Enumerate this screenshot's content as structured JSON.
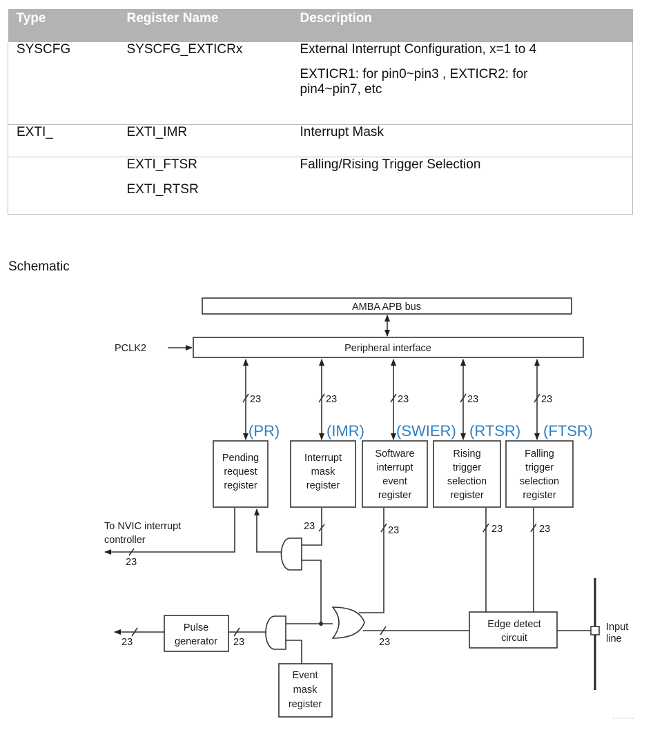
{
  "register_table": {
    "headers": [
      "Type",
      "Register Name",
      "Description"
    ],
    "rows": [
      {
        "type": "SYSCFG",
        "names": [
          "SYSCFG_EXTICRx"
        ],
        "descriptions": [
          "External Interrupt Configuration, x=1 to 4",
          "EXTICR1: for pin0~pin3 , EXTICR2: for pin4~pin7, etc"
        ]
      },
      {
        "type": "EXTI_",
        "names": [
          "EXTI_IMR"
        ],
        "descriptions": [
          "Interrupt Mask"
        ]
      },
      {
        "type": "",
        "names": [
          "EXTI_FTSR",
          "EXTI_RTSR"
        ],
        "descriptions": [
          "Falling/Rising Trigger Selection"
        ]
      }
    ]
  },
  "section_title": "Schematic",
  "schematic": {
    "bus": "AMBA APB bus",
    "peripheral_interface": "Peripheral interface",
    "clock": "PCLK2",
    "bus_width": "23",
    "registers": [
      {
        "abbr": "(PR)",
        "lines": [
          "Pending",
          "request",
          "register"
        ]
      },
      {
        "abbr": "(IMR)",
        "lines": [
          "Interrupt",
          "mask",
          "register"
        ]
      },
      {
        "abbr": "(SWIER)",
        "lines": [
          "Software",
          "interrupt",
          "event",
          "register"
        ]
      },
      {
        "abbr": "(RTSR)",
        "lines": [
          "Rising",
          "trigger",
          "selection",
          "register"
        ]
      },
      {
        "abbr": "(FTSR)",
        "lines": [
          "Falling",
          "trigger",
          "selection",
          "register"
        ]
      }
    ],
    "nvic_label": [
      "To NVIC interrupt",
      "controller"
    ],
    "pulse_generator": [
      "Pulse",
      "generator"
    ],
    "event_mask": [
      "Event",
      "mask",
      "register"
    ],
    "edge_detect": [
      "Edge detect",
      "circuit"
    ],
    "input_line": [
      "Input",
      "line"
    ],
    "abbr_color": "#2f7fc1"
  }
}
